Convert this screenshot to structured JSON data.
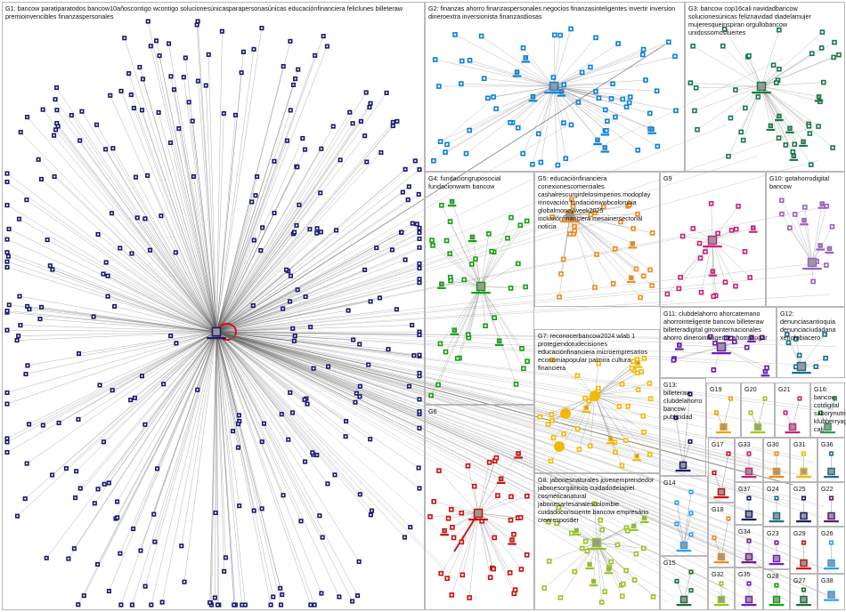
{
  "title": "NodeXL network graph of bancow Twitter conversation groups",
  "groups": [
    {
      "id": "G1",
      "label": "G1: bancow paratiparatodos bancow10añoscontigo wcontigo solucionesúnicasparapersonasúnicas educaciónfinanciera feliclunes billeteraw premioinvencibles finanzaspersonales",
      "color": "#1a1a70",
      "nodes": 330
    },
    {
      "id": "G2",
      "label": "G2: finanzas ahorro finanzaspersonales negocios finanzasinteligentes invertir inversion dineroextra inversionista finanzasdiosas",
      "color": "#0a80d8",
      "nodes": 70
    },
    {
      "id": "G3",
      "label": "G3: bancow cop16cali navidadbancow solucionesúnicas feliznavidad diadelamujer mujeresqueinspiran orgullobancow unidossomosfuertes",
      "color": "#1a7a4a",
      "nodes": 45
    },
    {
      "id": "G4",
      "label": "G4: fundaciongruposocial fundacionwwm bancow",
      "color": "#12a012",
      "nodes": 40
    },
    {
      "id": "G5",
      "label": "G5: educaciónfinanciera conexionescomerciales cashalrescurgirdelosimperios modoplay innovación fundaciónwwbcolombia globalmoneyweek2025 inclusiónfinanciera mesainersectorial noticia",
      "color": "#f08a1e",
      "nodes": 30
    },
    {
      "id": "G6",
      "label": "G6",
      "color": "#cc1111",
      "nodes": 40
    },
    {
      "id": "G7",
      "label": "G7: reconocerbancow2024 wlab 1 protegiendotudecisiones educaciónfinanciera microempresarios economiapopular palmira cultura financiera",
      "color": "#f5b800",
      "nodes": 40
    },
    {
      "id": "G8",
      "label": "G8: jabonesnaturales jovenemprendedor jabonesorgánicos cuidadodelapiel cosméticanatural jabonesartesanalescolombie cuidadoconsciente bancow empresário creeresposder",
      "color": "#9ac421",
      "nodes": 35
    },
    {
      "id": "G9",
      "label": "G9",
      "color": "#cc1f78",
      "nodes": 22
    },
    {
      "id": "G10",
      "label": "G10: gotahorrodigital bancow",
      "color": "#9a5fc8",
      "nodes": 14
    },
    {
      "id": "G11",
      "label": "G11: clubdelahorro ahorcatemano ahorrointeligente bancow billeteraw billeteradigital giroxinternacionales ahorro dinerointeligente ahorrohogar",
      "color": "#6a18b8",
      "nodes": 14
    },
    {
      "id": "G12",
      "label": "G12: denunciasantioquia denunciaciudadana xenofobiacero",
      "color": "#1a6e8a",
      "nodes": 8
    },
    {
      "id": "G13",
      "label": "G13: billeteraw clubdelahorro bancow publicidad",
      "color": "#1a1a70",
      "nodes": 4
    },
    {
      "id": "G14",
      "label": "G14",
      "color": "#2aa0f0",
      "nodes": 6
    },
    {
      "id": "G15",
      "label": "G15",
      "color": "#1a6e3a",
      "nodes": 4
    },
    {
      "id": "G16",
      "label": "G16: bancow cotdigital saborynutrici... klubberryagal cali",
      "color": "#2a9a4a",
      "nodes": 3
    },
    {
      "id": "G17",
      "label": "G17",
      "color": "#cc1111",
      "nodes": 3
    },
    {
      "id": "G18",
      "label": "G18",
      "color": "#f08a1e",
      "nodes": 3
    },
    {
      "id": "G19",
      "label": "G19",
      "color": "#f0a000",
      "nodes": 3
    },
    {
      "id": "G20",
      "label": "G20",
      "color": "#a0c820",
      "nodes": 3
    },
    {
      "id": "G21",
      "label": "G21",
      "color": "#cc1f78",
      "nodes": 3
    },
    {
      "id": "G22",
      "label": "G22",
      "color": "#5a1a7a",
      "nodes": 2
    },
    {
      "id": "G23",
      "label": "G23",
      "color": "#7a18c8",
      "nodes": 2
    },
    {
      "id": "G24",
      "label": "G24",
      "color": "#1a6e8a",
      "nodes": 2
    },
    {
      "id": "G25",
      "label": "G25",
      "color": "#1a1a70",
      "nodes": 2
    },
    {
      "id": "G26",
      "label": "G26",
      "color": "#2aa0f0",
      "nodes": 2
    },
    {
      "id": "G27",
      "label": "G27",
      "color": "#1a6e3a",
      "nodes": 2
    },
    {
      "id": "G28",
      "label": "G28",
      "color": "#12a012",
      "nodes": 2
    },
    {
      "id": "G29",
      "label": "G29",
      "color": "#cc1111",
      "nodes": 2
    },
    {
      "id": "G30",
      "label": "G30",
      "color": "#f08a1e",
      "nodes": 2
    },
    {
      "id": "G31",
      "label": "G31",
      "color": "#f5b800",
      "nodes": 2
    },
    {
      "id": "G32",
      "label": "G32",
      "color": "#9ac421",
      "nodes": 2
    },
    {
      "id": "G33",
      "label": "G33",
      "color": "#cc1f78",
      "nodes": 2
    },
    {
      "id": "G34",
      "label": "G34",
      "color": "#6a1a8a",
      "nodes": 2
    },
    {
      "id": "G35",
      "label": "G35",
      "color": "#7a18c8",
      "nodes": 2
    },
    {
      "id": "G36",
      "label": "G36",
      "color": "#1a6e8a",
      "nodes": 2
    },
    {
      "id": "G37",
      "label": "G37",
      "color": "#1a1a70",
      "nodes": 2
    },
    {
      "id": "G38",
      "label": "G38",
      "color": "#2aa0f0",
      "nodes": 1
    }
  ]
}
